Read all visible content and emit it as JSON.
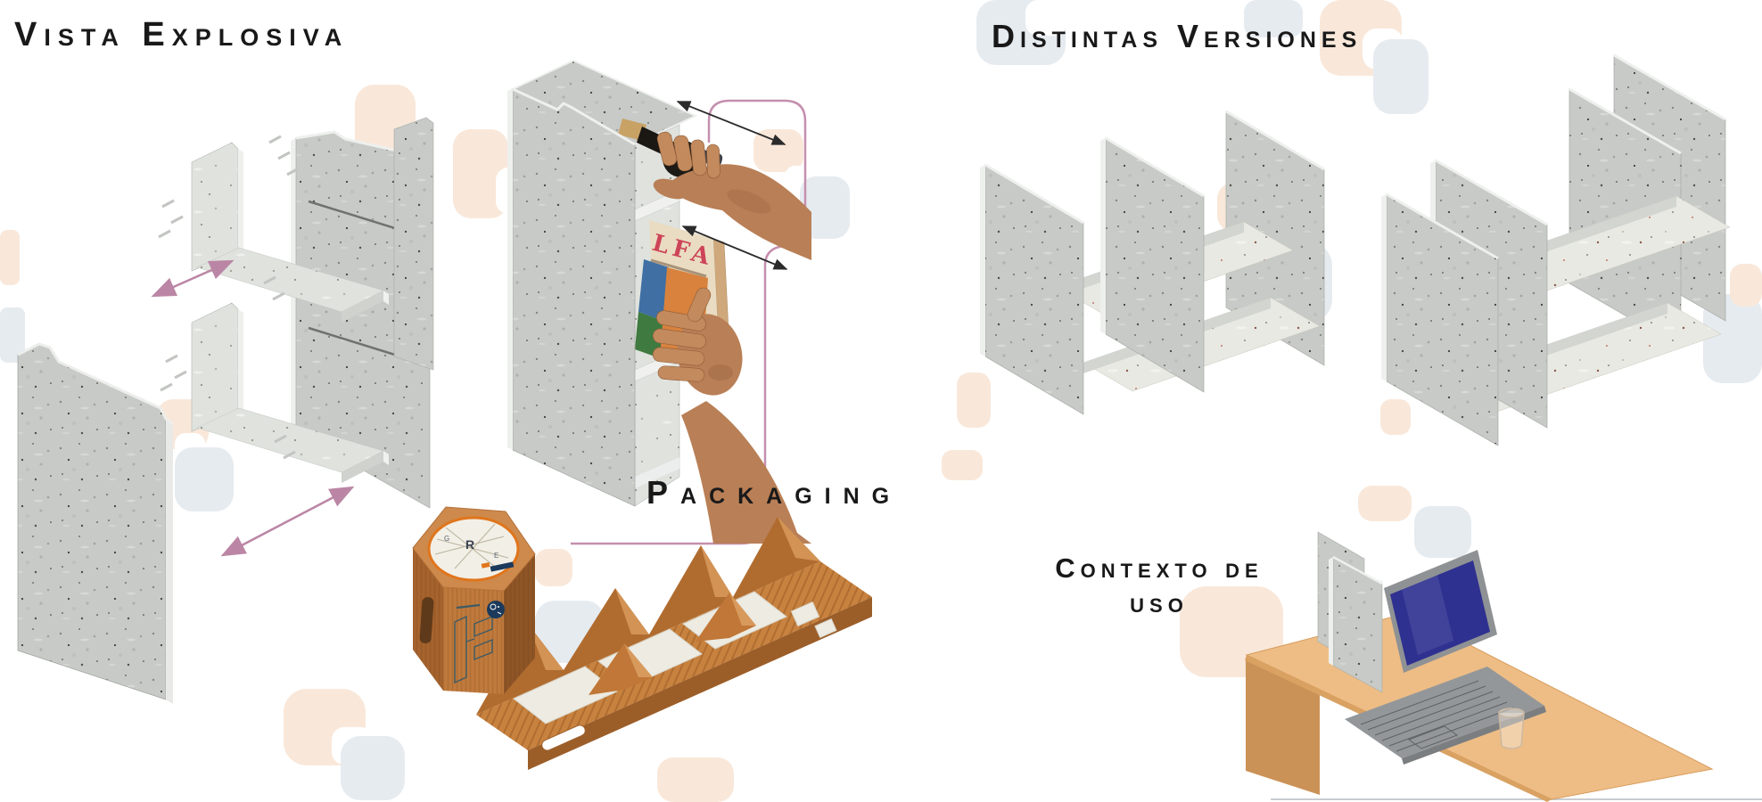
{
  "titles": {
    "exploded": "Vista Explosiva",
    "versions": "Distintas Versiones",
    "packaging": "Packaging",
    "context_line1": "Contexto de",
    "context_line2": "uso"
  },
  "assembled": {
    "book_cover_text": "LFA"
  },
  "package_box": {
    "label_letter_main": "R",
    "label_letter_left": "G",
    "label_letter_right": "E"
  },
  "sections": [
    "exploded-view",
    "assembled-unit",
    "packaging",
    "different-versions",
    "context-of-use"
  ],
  "colors": {
    "title_text": "#191919",
    "stone_base": "#c7cac6",
    "stone_light": "#dfe2dd",
    "marble_shelf": "#e9e9e3",
    "accent_pink": "#bb86a5",
    "arrow_black": "#2b2b2b",
    "cardboard": "#c8823f",
    "cardboard_dark": "#a2622c",
    "line_art_navy": "#3d5b66",
    "logo_navy": "#1c3a5c",
    "label_rim_orange": "#e0751c",
    "book_text_red": "#cd4458",
    "skin": "#b97f56",
    "desk_wood": "#eebd85",
    "laptop_screen_blue": "#2f3190",
    "laptop_body": "#8f9294",
    "motif_peach": "#f9e8da",
    "motif_gray": "#e6ebf0"
  }
}
